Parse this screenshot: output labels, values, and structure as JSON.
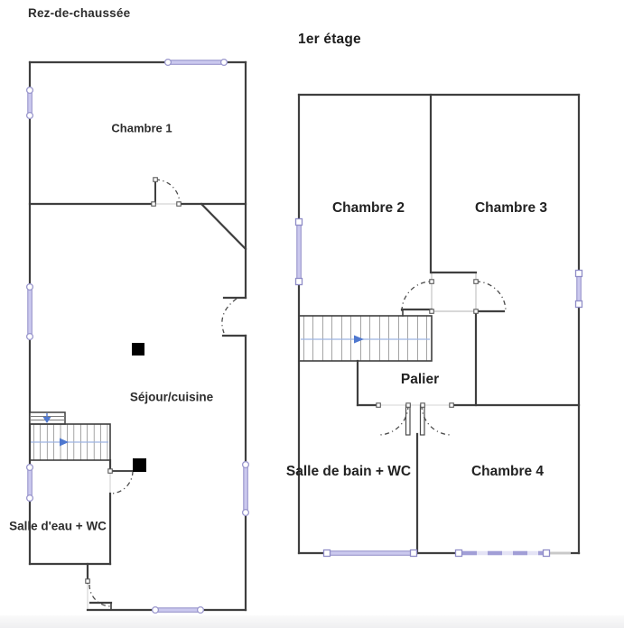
{
  "ground_floor": {
    "title": "Rez-de-chaussée",
    "rooms": [
      {
        "label": "Chambre 1"
      },
      {
        "label": "Séjour/cuisine"
      },
      {
        "label": "Salle d'eau + WC"
      }
    ]
  },
  "first_floor": {
    "title": "1er étage",
    "rooms": [
      {
        "label": "Chambre 2"
      },
      {
        "label": "Chambre 3"
      },
      {
        "label": "Palier"
      },
      {
        "label": "Salle de bain + WC"
      },
      {
        "label": "Chambre 4"
      }
    ]
  },
  "colors": {
    "wall": "#3f3f3f",
    "window_fill": "#cbc9ee",
    "window_edge": "#8f8cc7",
    "door_arc": "#4a4a4a",
    "stair_arrow": "#4f78cf",
    "stair_guide_line": "#9db4e2",
    "fireplace_block": "#000000",
    "text": "#2d2d2d"
  }
}
